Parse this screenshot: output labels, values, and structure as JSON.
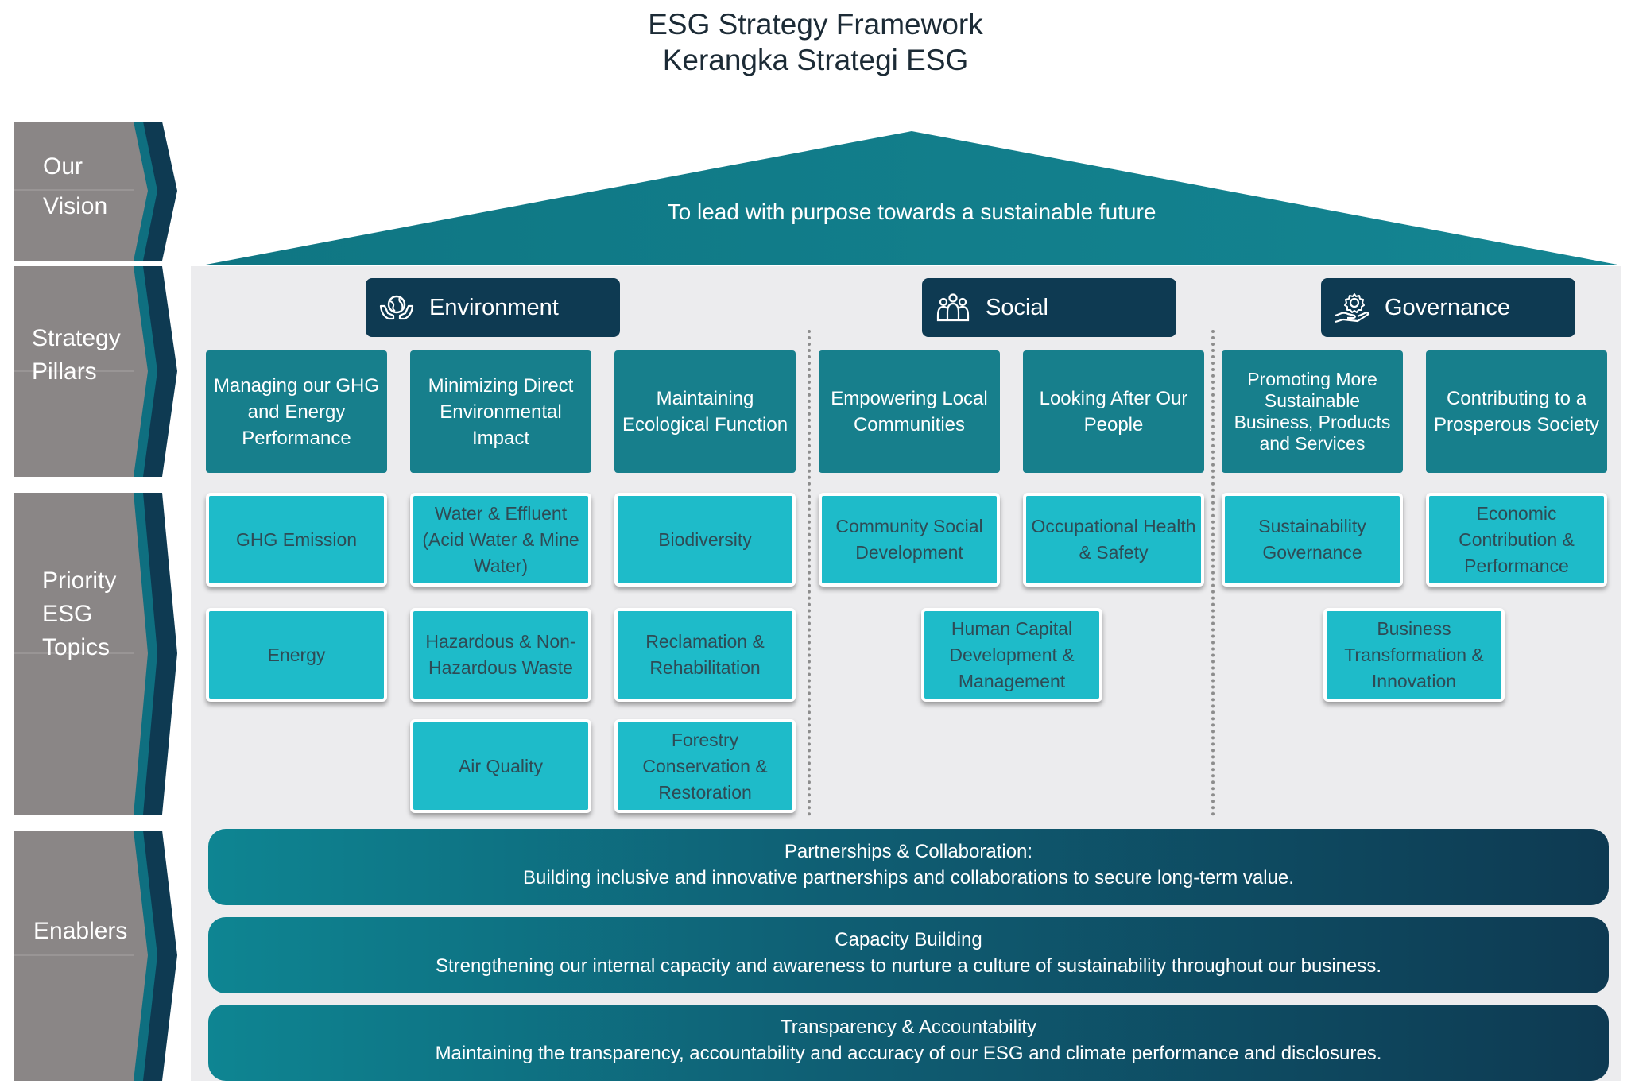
{
  "title": {
    "line1": "ESG Strategy Framework",
    "line2": "Kerangka Strategi ESG"
  },
  "rail": {
    "vision": [
      "Our",
      "Vision"
    ],
    "pillars": [
      "Strategy",
      "Pillars"
    ],
    "topics": [
      "Priority",
      "ESG",
      "Topics"
    ],
    "enablers": [
      "Enablers"
    ]
  },
  "vision_statement": "To lead with purpose towards a sustainable future",
  "pillars": [
    {
      "name": "Environment",
      "icon": "globe-hands-icon",
      "sub": [
        {
          "label": "Managing our GHG and Energy Performance",
          "topics": [
            "GHG Emission",
            "Energy"
          ]
        },
        {
          "label": "Minimizing Direct Environmental Impact",
          "topics": [
            "Water & Effluent (Acid Water & Mine Water)",
            "Hazardous & Non-Hazardous Waste",
            "Air Quality"
          ]
        },
        {
          "label": "Maintaining Ecological Function",
          "topics": [
            "Biodiversity",
            "Reclamation & Rehabilitation",
            "Forestry Conservation & Restoration"
          ]
        }
      ]
    },
    {
      "name": "Social",
      "icon": "people-group-icon",
      "sub": [
        {
          "label": "Empowering Local Communities",
          "topics": [
            "Community Social Development"
          ]
        },
        {
          "label": "Looking After Our People",
          "topics": [
            "Occupational Health & Safety"
          ]
        }
      ],
      "shared_topic": "Human Capital Development & Management"
    },
    {
      "name": "Governance",
      "icon": "gear-hand-icon",
      "sub": [
        {
          "label": "Promoting More Sustainable Business, Products and Services",
          "topics": [
            "Sustainability Governance"
          ]
        },
        {
          "label": "Contributing to a Prosperous Society",
          "topics": [
            "Economic Contribution & Performance"
          ]
        }
      ],
      "shared_topic": "Business Transformation & Innovation"
    }
  ],
  "enablers": [
    {
      "title": "Partnerships & Collaboration:",
      "text": "Building inclusive and innovative partnerships and collaborations to secure long-term value."
    },
    {
      "title": "Capacity Building",
      "text": "Strengthening our internal capacity and awareness to nurture a culture of sustainability throughout our business."
    },
    {
      "title": "Transparency & Accountability",
      "text": "Maintaining the transparency, accountability and accuracy of our ESG and climate performance and disclosures."
    }
  ],
  "colors": {
    "teal_dark": "#177f8c",
    "teal_light": "#1ebbc9",
    "navy": "#0e3a52",
    "rail_grey": "#8a8686",
    "panel": "#ececee"
  }
}
